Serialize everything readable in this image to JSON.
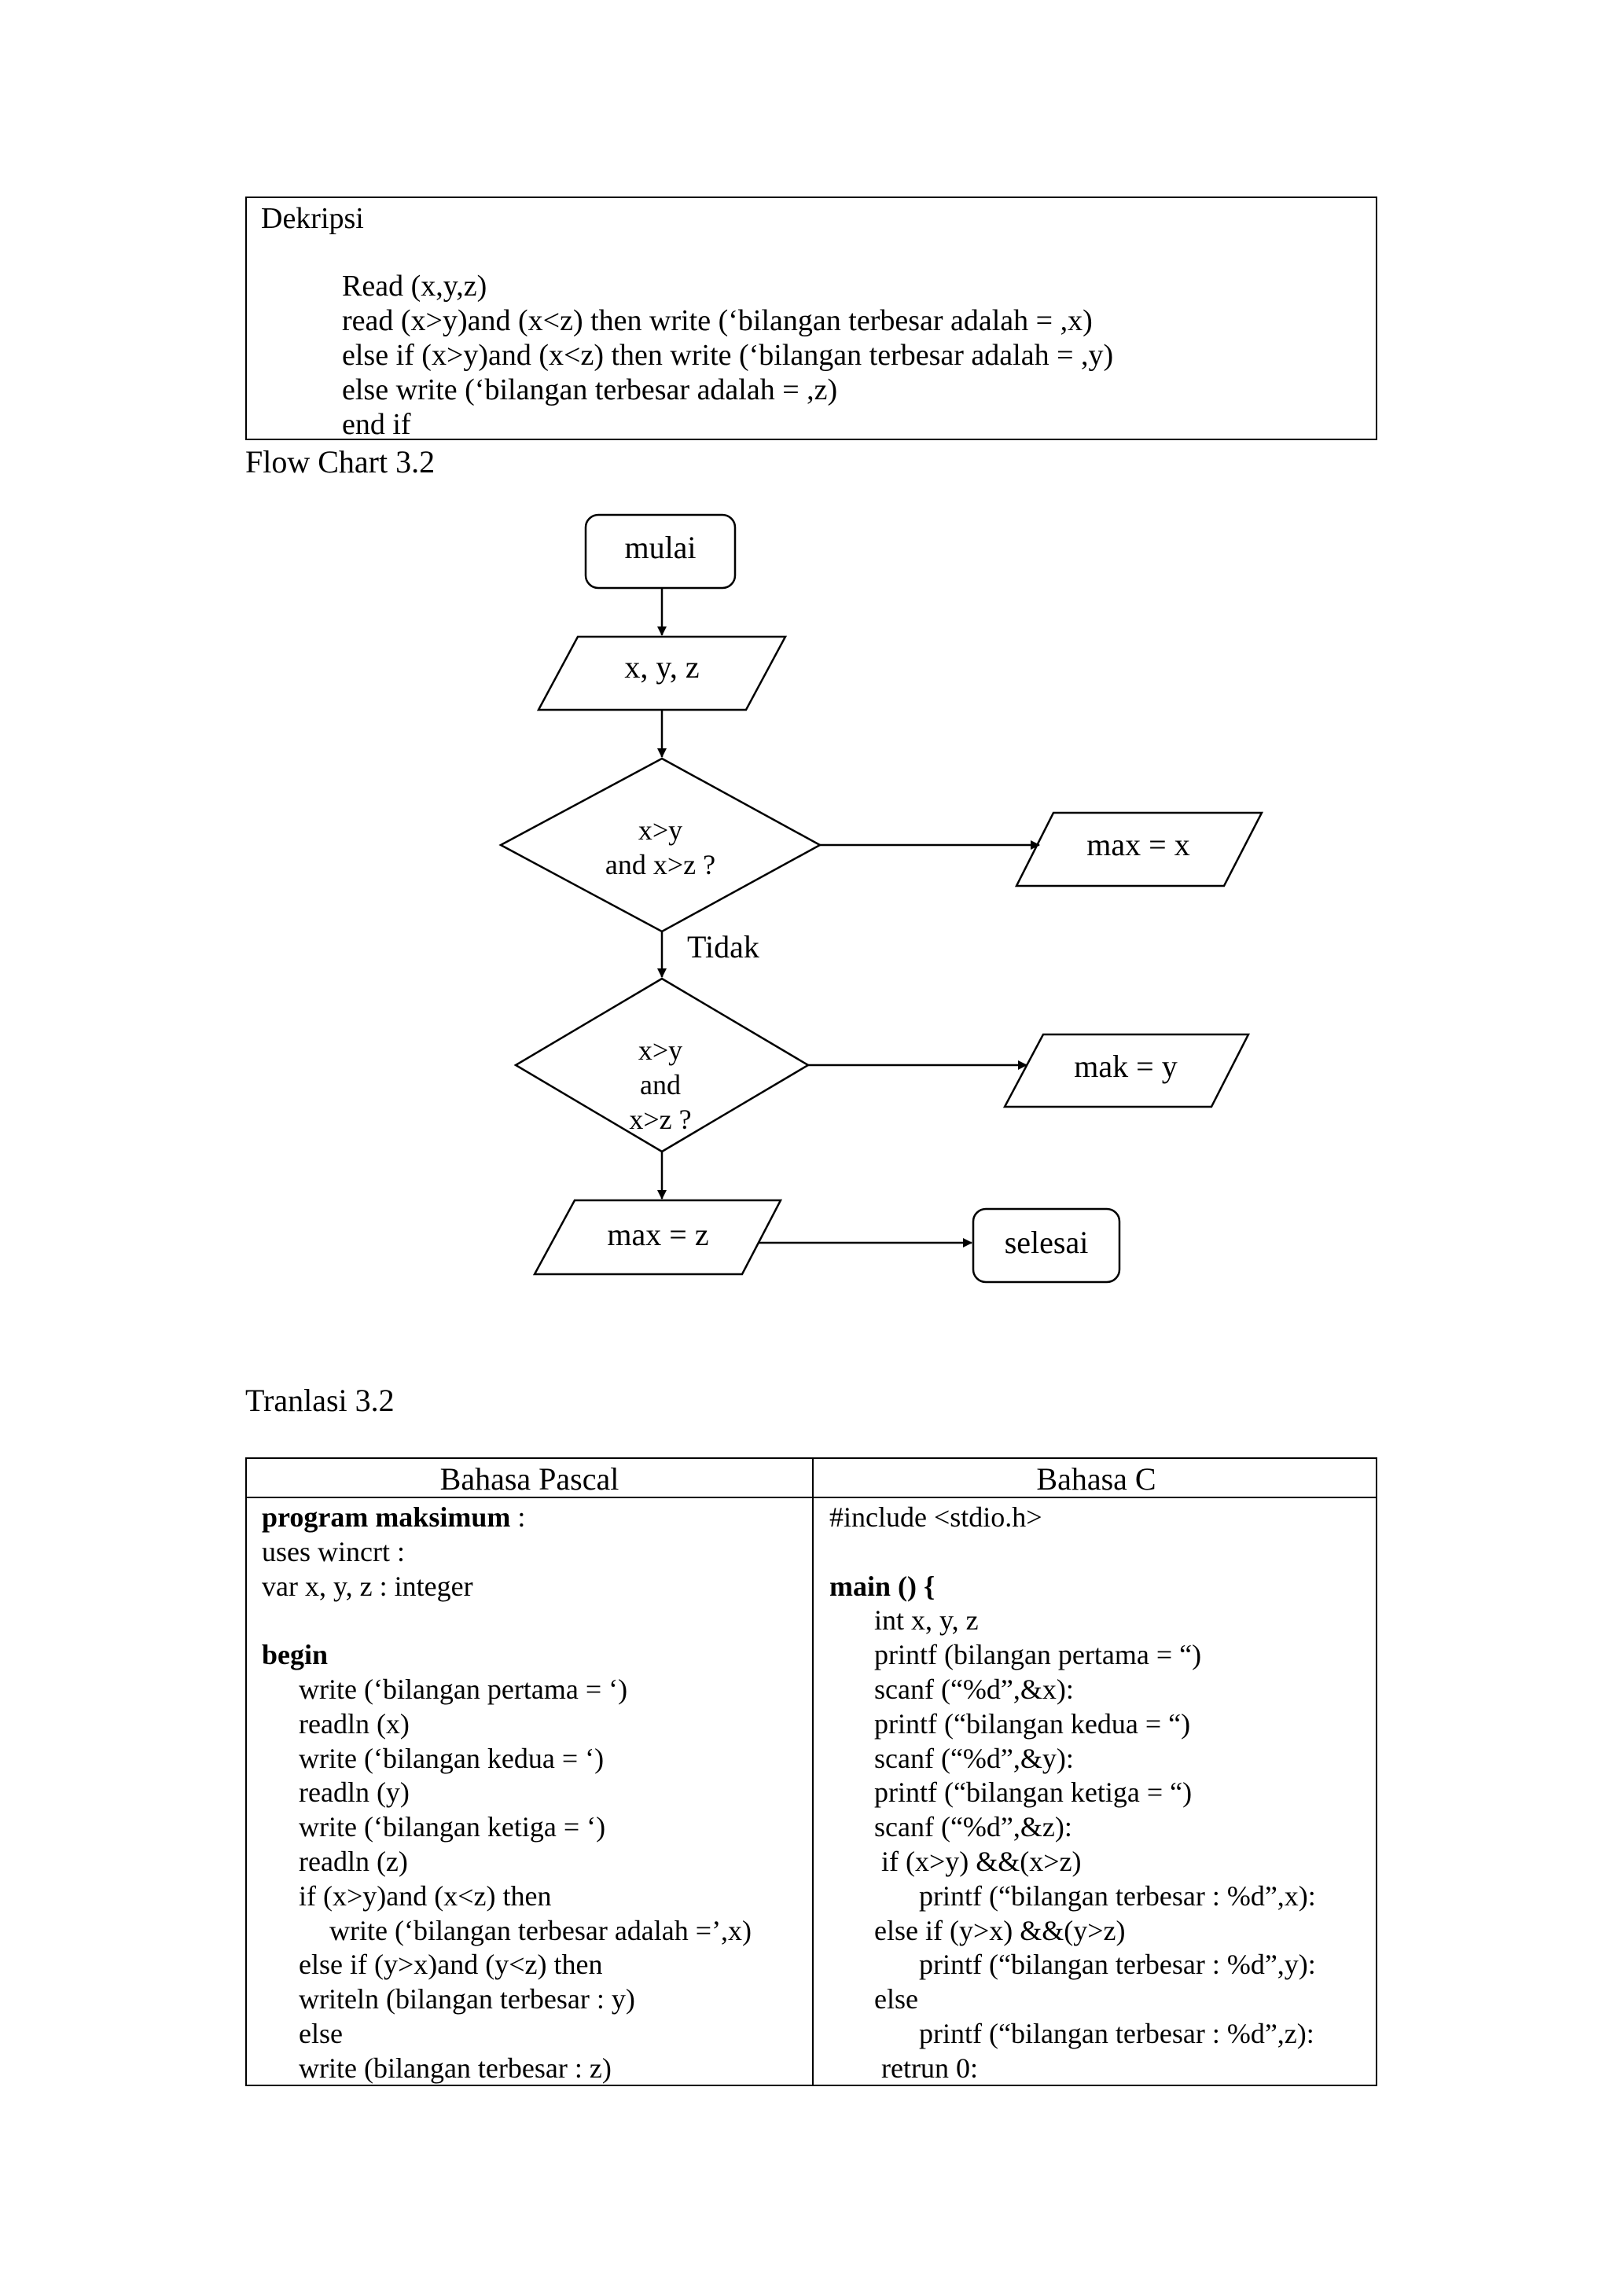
{
  "description": {
    "title": "Dekripsi",
    "lines": [
      "Read (x,y,z)",
      "read (x>y)and (x<z) then write (‘bilangan terbesar adalah = ,x)",
      "else if (x>y)and (x<z) then write (‘bilangan terbesar adalah = ,y)",
      "else write (‘bilangan terbesar adalah = ,z)",
      "end if"
    ]
  },
  "flowchart": {
    "caption": "Flow Chart 3.2",
    "start": "mulai",
    "input": "x, y, z",
    "decision1": [
      "x>y",
      "and x>z ?"
    ],
    "output1": "max = x",
    "no_label": "Tidak",
    "decision2": [
      "x>y",
      "and",
      "x>z ?"
    ],
    "output2": "mak = y",
    "output3": "max = z",
    "end": "selesai"
  },
  "translation": {
    "caption": "Tranlasi 3.2",
    "headers": [
      "Bahasa Pascal",
      "Bahasa C"
    ],
    "pascal": [
      {
        "text": "program maksimum",
        "bold": true,
        "suffix": " :",
        "indent": 0
      },
      {
        "text": "uses wincrt :",
        "indent": 0
      },
      {
        "text": "var x, y, z : integer",
        "indent": 0
      },
      {
        "text": "",
        "indent": 0
      },
      {
        "text": "begin",
        "bold": true,
        "indent": 0
      },
      {
        "text": "write (‘bilangan pertama = ‘)",
        "indent": 1
      },
      {
        "text": "readln (x)",
        "indent": 1
      },
      {
        "text": "write (‘bilangan kedua = ‘)",
        "indent": 1
      },
      {
        "text": "readln (y)",
        "indent": 1
      },
      {
        "text": "write (‘bilangan ketiga = ‘)",
        "indent": 1
      },
      {
        "text": "readln (z)",
        "indent": 1
      },
      {
        "text": "if (x>y)and (x<z) then",
        "indent": 1
      },
      {
        "text": "write (‘bilangan terbesar adalah =’,x)",
        "indent": 2
      },
      {
        "text": "else if (y>x)and (y<z) then",
        "indent": 1
      },
      {
        "text": "writeln (bilangan terbesar : y)",
        "indent": 1
      },
      {
        "text": "else",
        "indent": 1
      },
      {
        "text": "write (bilangan terbesar : z)",
        "indent": 1
      }
    ],
    "c": [
      {
        "text": "#include <stdio.h>",
        "indent": 0
      },
      {
        "text": "",
        "indent": 0
      },
      {
        "text": "main () {",
        "bold": true,
        "indent": 0
      },
      {
        "text": "int x, y, z",
        "indent": 1
      },
      {
        "text": "printf (bilangan pertama = “)",
        "indent": 1
      },
      {
        "text": "scanf (“%d”,&x):",
        "indent": 1
      },
      {
        "text": "printf (“bilangan kedua = “)",
        "indent": 1
      },
      {
        "text": "scanf (“%d”,&y):",
        "indent": 1
      },
      {
        "text": "printf (“bilangan ketiga = “)",
        "indent": 1
      },
      {
        "text": "scanf (“%d”,&z):",
        "indent": 1
      },
      {
        "text": "if (x>y) &&(x>z)",
        "indent": 3
      },
      {
        "text": "printf (“bilangan terbesar : %d”,x):",
        "indent": 2
      },
      {
        "text": "else if (y>x) &&(y>z)",
        "indent": 1
      },
      {
        "text": "printf (“bilangan terbesar : %d”,y):",
        "indent": 2
      },
      {
        "text": "else",
        "indent": 1
      },
      {
        "text": "printf (“bilangan terbesar : %d”,z):",
        "indent": 2
      },
      {
        "text": "retrun 0:",
        "indent": 3
      }
    ]
  }
}
